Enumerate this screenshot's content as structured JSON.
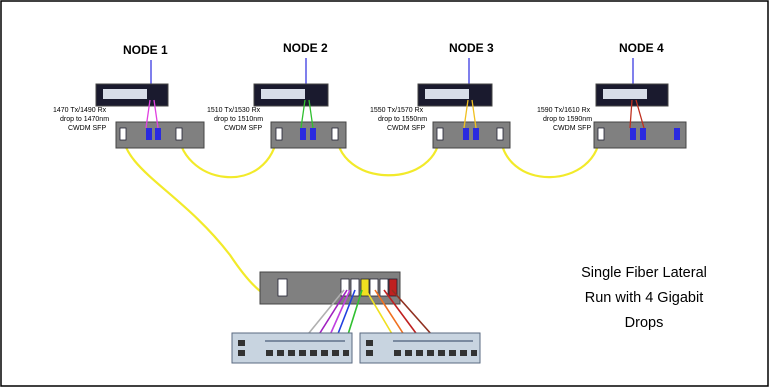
{
  "nodes": [
    {
      "title": "NODE 1",
      "spec": [
        "1470 Tx/1490 Rx",
        "drop to 1470nm",
        "CWDM SFP"
      ],
      "drop_color": "#e040e0"
    },
    {
      "title": "NODE 2",
      "spec": [
        "1510 Tx/1530 Rx",
        "drop to 1510nm",
        "CWDM SFP"
      ],
      "drop_color": "#30c030"
    },
    {
      "title": "NODE 3",
      "spec": [
        "1550 Tx/1570 Rx",
        "drop to 1550nm",
        "CWDM SFP"
      ],
      "drop_color": "#f0c020"
    },
    {
      "title": "NODE 4",
      "spec": [
        "1590 Tx/1610 Rx",
        "drop to 1590nm",
        "CWDM SFP"
      ],
      "drop_color": "#c03020"
    }
  ],
  "caption": [
    "Single Fiber Lateral",
    "Run with 4 Gigabit",
    "Drops"
  ],
  "colors": {
    "fiber": "#f2ea2a",
    "mux_body": "#808080",
    "node_device": "#1a1a2e",
    "node_uplink": "#2a2ae0",
    "switch_body": "#c8d4e0",
    "patch_gray": "#b0b0b0",
    "patch_purple": "#a020c0",
    "patch_blue": "#2040e0",
    "patch_green": "#30c030",
    "patch_yellow": "#f0e020",
    "patch_orange": "#f07020",
    "patch_red": "#c02020",
    "patch_brown": "#903020"
  },
  "icons": [
    "media-converter-icon",
    "cwdm-mux-icon",
    "ethernet-switch-icon",
    "fiber-cable"
  ]
}
